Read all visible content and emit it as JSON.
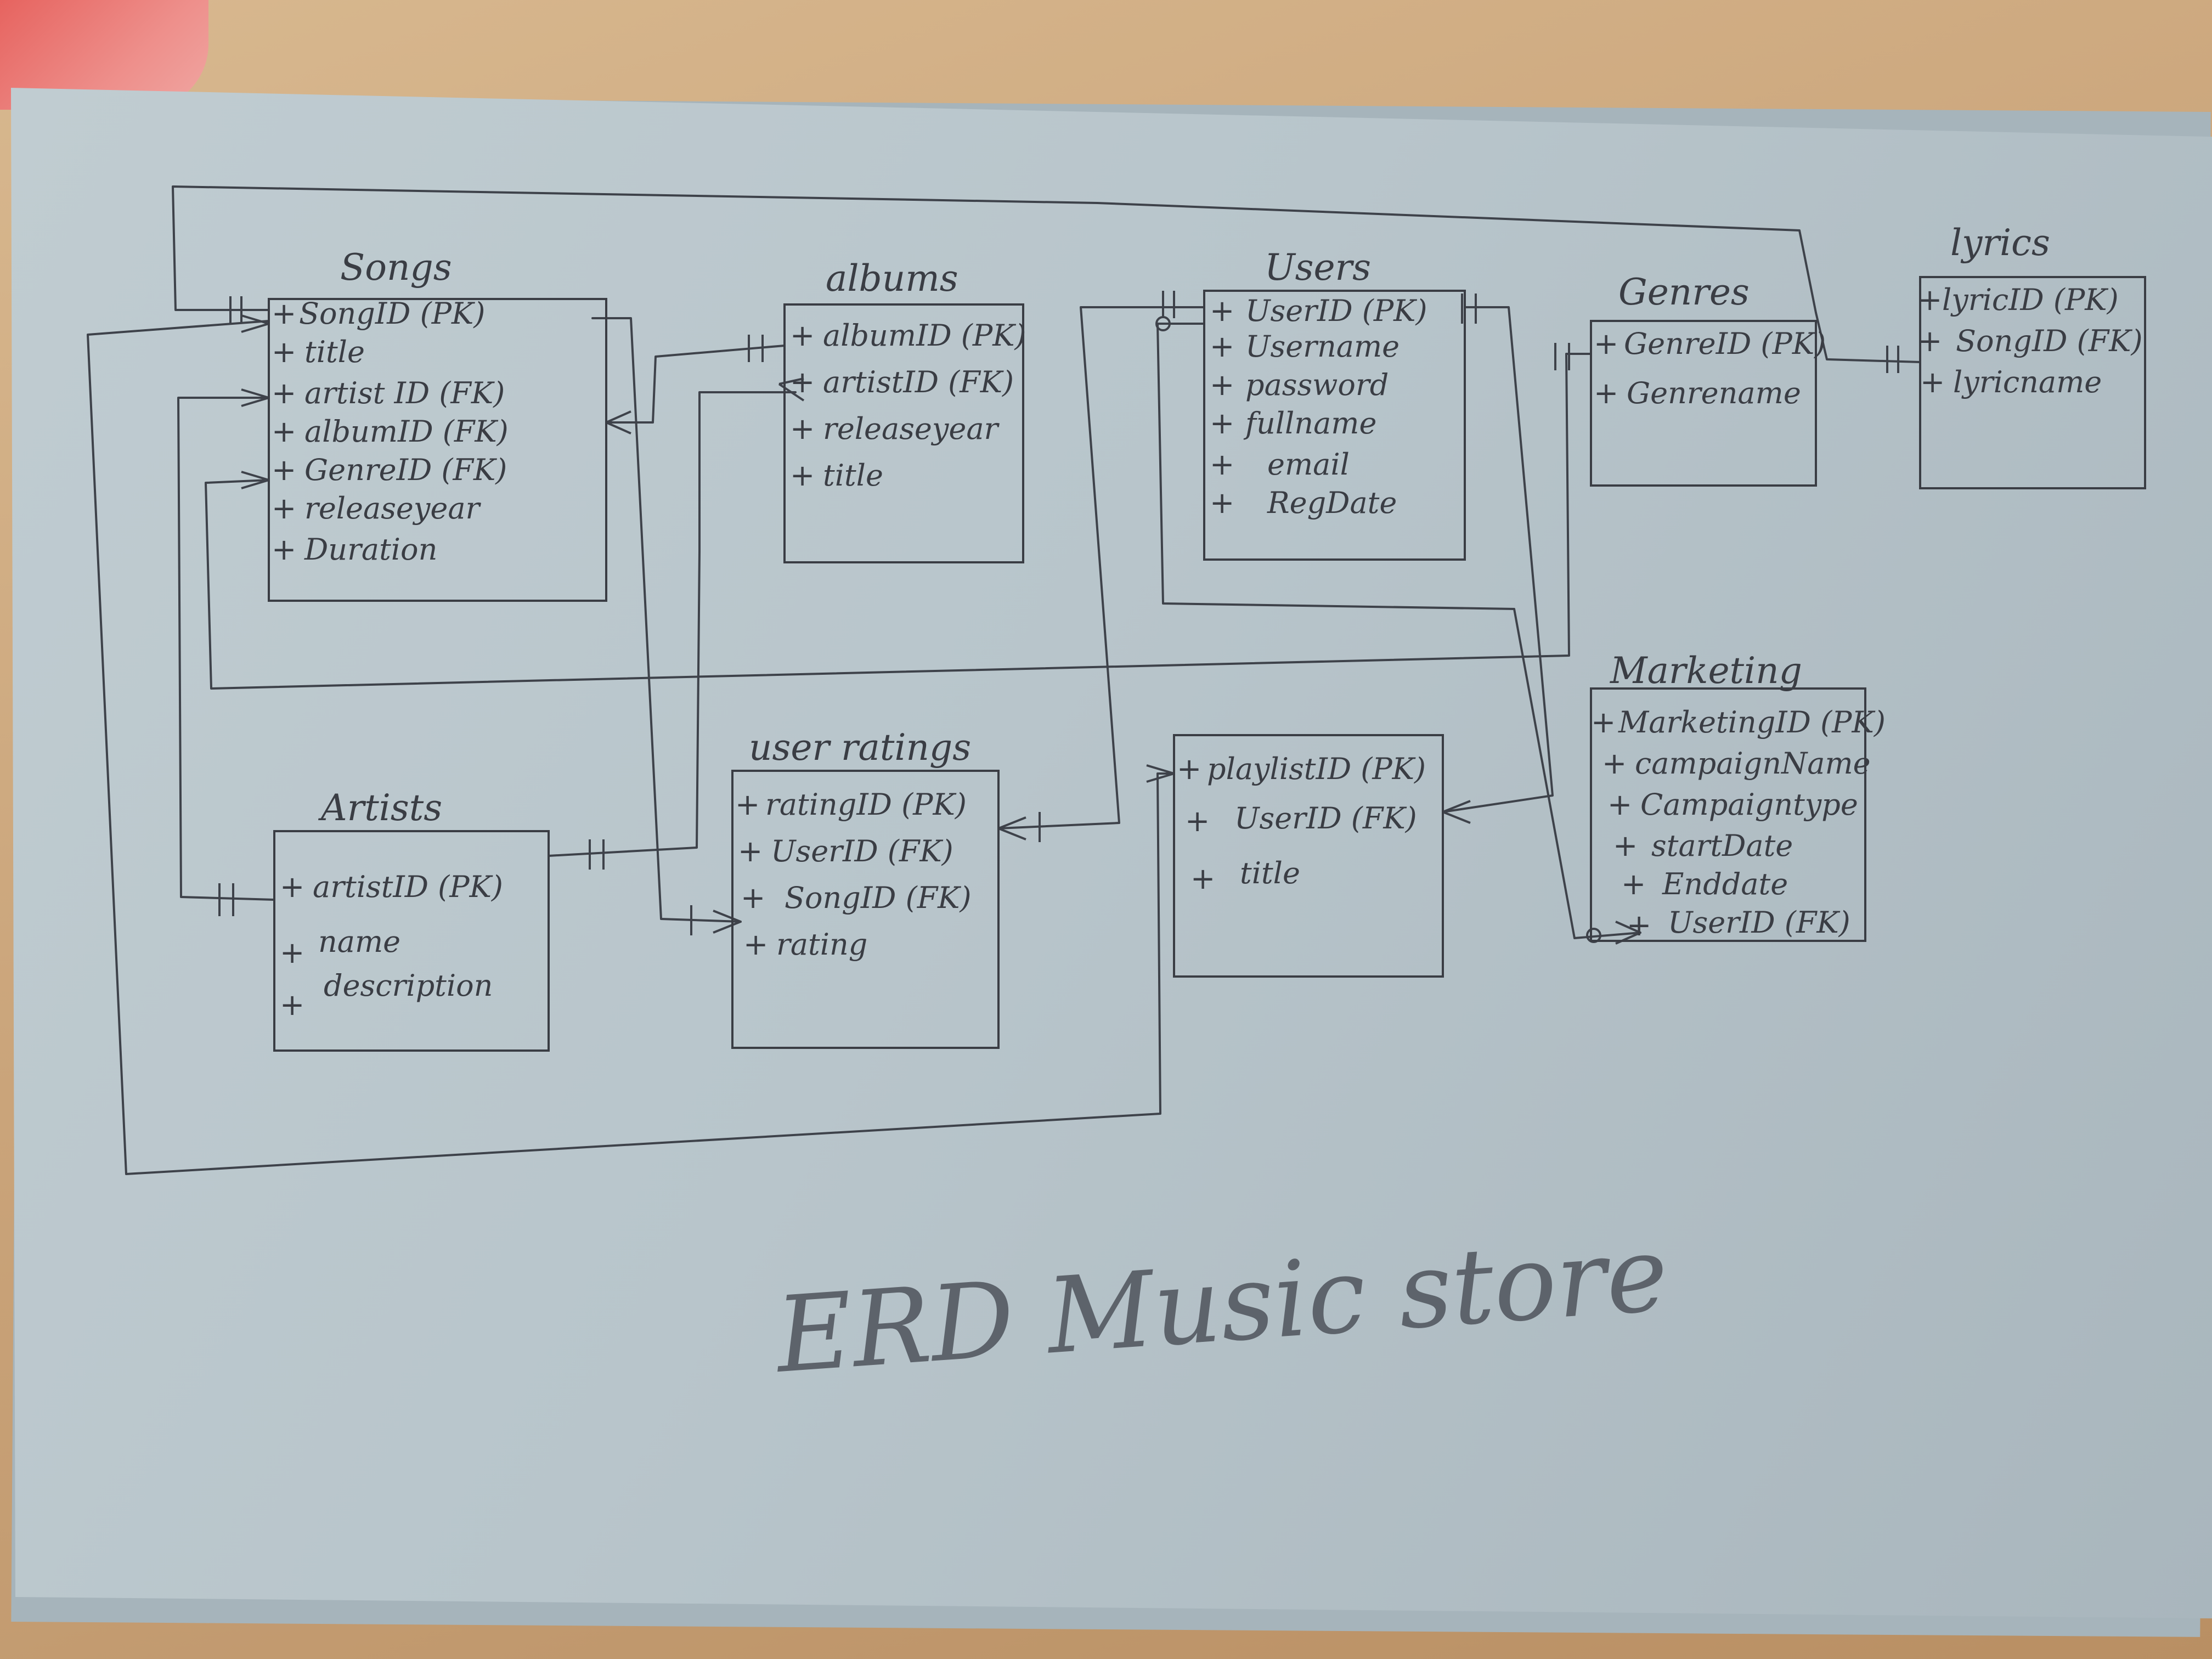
{
  "caption": "ERD Music store",
  "entities": {
    "songs": {
      "title": "Songs",
      "attributes": [
        "SongID (PK)",
        "title",
        "artist ID (FK)",
        "albumID (FK)",
        "GenreID (FK)",
        "releaseyear",
        "Duration"
      ]
    },
    "albums": {
      "title": "albums",
      "attributes": [
        "albumID (PK)",
        "artistID (FK)",
        "releaseyear",
        "title"
      ]
    },
    "users": {
      "title": "Users",
      "attributes": [
        "UserID (PK)",
        "Username",
        "password",
        "fullname",
        "email",
        "RegDate"
      ]
    },
    "genres": {
      "title": "Genres",
      "attributes": [
        "GenreID (PK)",
        "Genrename"
      ]
    },
    "lyrics": {
      "title": "lyrics",
      "attributes": [
        "lyricID (PK)",
        "SongID (FK)",
        "lyricname"
      ]
    },
    "artists": {
      "title": "Artists",
      "attributes": [
        "artistID (PK)",
        "name",
        "description"
      ]
    },
    "user_ratings": {
      "title": "user ratings",
      "attributes": [
        "ratingID (PK)",
        "UserID (FK)",
        "SongID (FK)",
        "rating"
      ]
    },
    "playlists": {
      "title": "",
      "attributes": [
        "playlistID (PK)",
        "UserID (FK)",
        "title"
      ]
    },
    "marketing": {
      "title": "Marketing",
      "attributes": [
        "MarketingID (PK)",
        "campaignName",
        "Campaigntype",
        "startDate",
        "Enddate",
        "UserID (FK)"
      ]
    }
  }
}
